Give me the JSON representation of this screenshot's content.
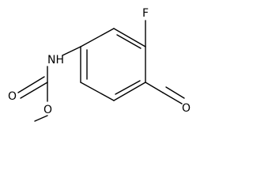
{
  "molecule": {
    "atom_labels": {
      "fluorine": "F",
      "amide_nitrogen": "NH",
      "aldehyde_oxygen": "O",
      "carbonyl_oxygen": "O",
      "ester_oxygen": "O"
    }
  }
}
